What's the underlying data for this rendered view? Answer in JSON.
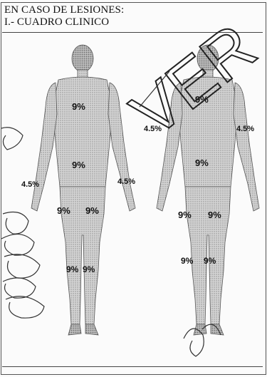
{
  "header": {
    "line1": "EN CASO DE LESIONES:",
    "line2": "I.- CUADRO CLINICO"
  },
  "watermark": {
    "text": "VER"
  },
  "front_labels": {
    "chest": "9%",
    "abdomen": "9%",
    "left_arm": "4.5%",
    "right_arm": "4.5%",
    "left_thigh": "9%",
    "right_thigh": "9%",
    "left_leg": "9%",
    "right_leg": "9%"
  },
  "back_labels": {
    "upper_back": "9%",
    "lower_back": "9%",
    "left_arm": "4.5%",
    "right_arm": "4.5%",
    "left_thigh": "9%",
    "right_thigh": "9%",
    "left_leg": "9%",
    "right_leg": "9%"
  },
  "colors": {
    "skin": "#c9c9c9",
    "skin_dark": "#8f8f8f",
    "ink": "#111111"
  }
}
